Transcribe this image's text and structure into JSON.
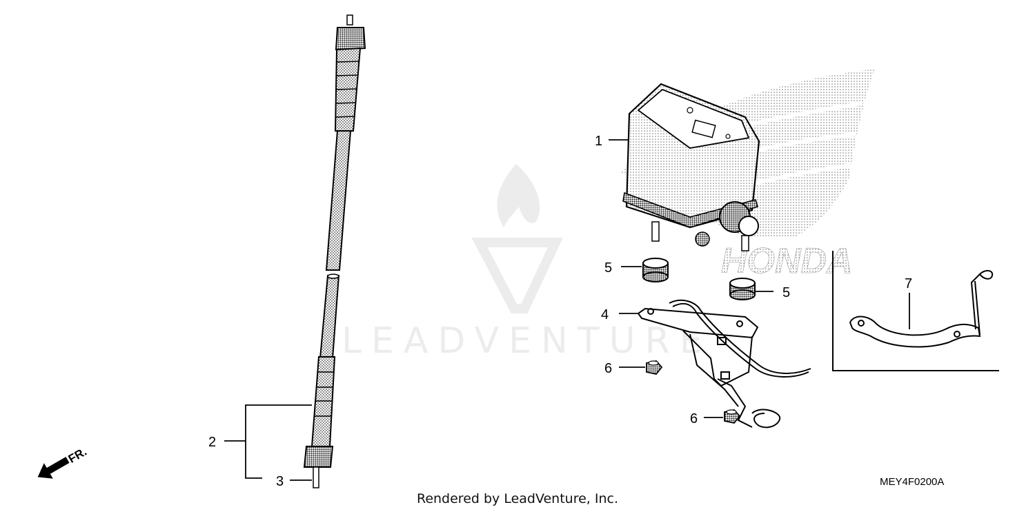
{
  "callouts": {
    "c1": "1",
    "c2": "2",
    "c3": "3",
    "c4": "4",
    "c5a": "5",
    "c5b": "5",
    "c6a": "6",
    "c6b": "6",
    "c7": "7"
  },
  "front_marker": "FR.",
  "watermark": {
    "text": "LEADVENTURE",
    "brand": "HONDA"
  },
  "diagram_code": "MEY4F0200A",
  "footer": "Rendered by LeadVenture, Inc."
}
